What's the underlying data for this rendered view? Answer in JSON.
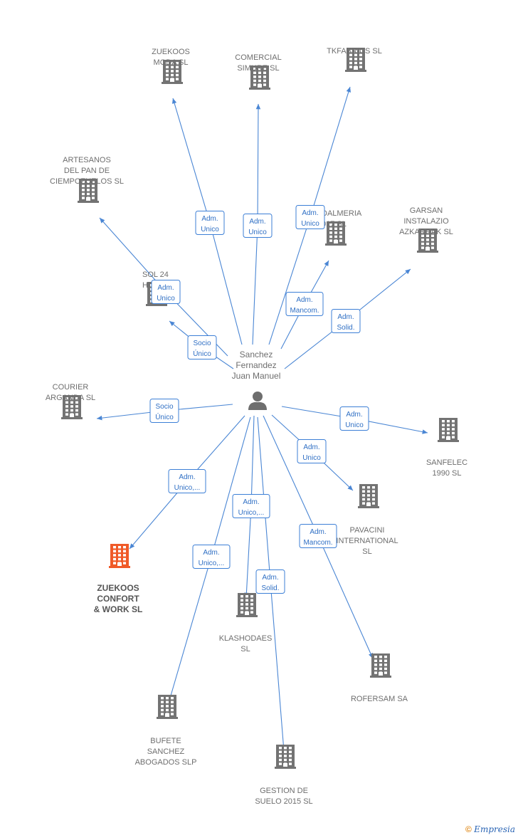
{
  "center": {
    "name_lines": [
      "Sanchez",
      "Fernandez",
      "Juan Manuel"
    ]
  },
  "companies": [
    {
      "id": "zuekoos-moda",
      "lines": [
        "ZUEKOOS",
        "MODA  SL"
      ],
      "highlight": false
    },
    {
      "id": "comercial-simure",
      "lines": [
        "COMERCIAL",
        "SIMURE  SL"
      ],
      "highlight": false
    },
    {
      "id": "tkfabrics",
      "lines": [
        "TKFABRICS  SL"
      ],
      "highlight": false
    },
    {
      "id": "artesanos",
      "lines": [
        "ARTESANOS",
        "DEL PAN DE",
        "CIEMPOZUELOS SL"
      ],
      "highlight": false
    },
    {
      "id": "dalmeria",
      "lines": [
        "DALMERIA",
        "017  SL"
      ],
      "highlight": false
    },
    {
      "id": "garsan",
      "lines": [
        "GARSAN",
        "INSTALAZIO",
        "AZKARRAK  SL"
      ],
      "highlight": false
    },
    {
      "id": "sol24",
      "lines": [
        "SOL 24",
        "HOR"
      ],
      "highlight": false
    },
    {
      "id": "courier",
      "lines": [
        "COURIER",
        "ARGANDA  SL"
      ],
      "highlight": false
    },
    {
      "id": "sanfelec",
      "lines": [
        "SANFELEC",
        "1990  SL"
      ],
      "highlight": false
    },
    {
      "id": "pavacini",
      "lines": [
        "PAVACINI",
        "INTERNATIONAL",
        "SL"
      ],
      "highlight": false
    },
    {
      "id": "zuekoos-confort",
      "lines": [
        "ZUEKOOS",
        "CONFORT",
        "& WORK  SL"
      ],
      "highlight": true
    },
    {
      "id": "klashodaes",
      "lines": [
        "KLASHODAES",
        "SL"
      ],
      "highlight": false
    },
    {
      "id": "rofersam",
      "lines": [
        "ROFERSAM SA"
      ],
      "highlight": false
    },
    {
      "id": "bufete",
      "lines": [
        "BUFETE",
        "SANCHEZ",
        "ABOGADOS  SLP"
      ],
      "highlight": false
    },
    {
      "id": "gestion",
      "lines": [
        "GESTION DE",
        "SUELO 2015  SL"
      ],
      "highlight": false
    }
  ],
  "relations": [
    {
      "target": "zuekoos-moda",
      "lines": [
        "Adm.",
        "Unico"
      ]
    },
    {
      "target": "comercial-simure",
      "lines": [
        "Adm.",
        "Unico"
      ]
    },
    {
      "target": "tkfabrics",
      "lines": [
        "Adm.",
        "Unico"
      ]
    },
    {
      "target": "artesanos",
      "lines": [
        "Adm.",
        "Unico"
      ]
    },
    {
      "target": "dalmeria",
      "lines": [
        "Adm.",
        "Mancom."
      ]
    },
    {
      "target": "garsan",
      "lines": [
        "Adm.",
        "Solid."
      ]
    },
    {
      "target": "sol24",
      "lines": [
        "Socio",
        "Único"
      ]
    },
    {
      "target": "courier",
      "lines": [
        "Socio",
        "Único"
      ]
    },
    {
      "target": "sanfelec",
      "lines": [
        "Adm.",
        "Unico"
      ]
    },
    {
      "target": "pavacini",
      "lines": [
        "Adm.",
        "Unico"
      ]
    },
    {
      "target": "zuekoos-confort",
      "lines": [
        "Adm.",
        "Unico,..."
      ]
    },
    {
      "target": "klashodaes",
      "lines": [
        "Adm.",
        "Unico,..."
      ]
    },
    {
      "target": "rofersam",
      "lines": [
        "Adm.",
        "Mancom."
      ]
    },
    {
      "target": "bufete",
      "lines": [
        "Adm.",
        "Unico,..."
      ]
    },
    {
      "target": "gestion",
      "lines": [
        "Adm.",
        "Solid."
      ]
    }
  ],
  "colors": {
    "edge": "#4a86d4",
    "building": "#737373",
    "highlight": "#f05a28"
  },
  "footer": {
    "symbol": "©",
    "brand_first": "E",
    "brand_rest": "mpresia"
  }
}
